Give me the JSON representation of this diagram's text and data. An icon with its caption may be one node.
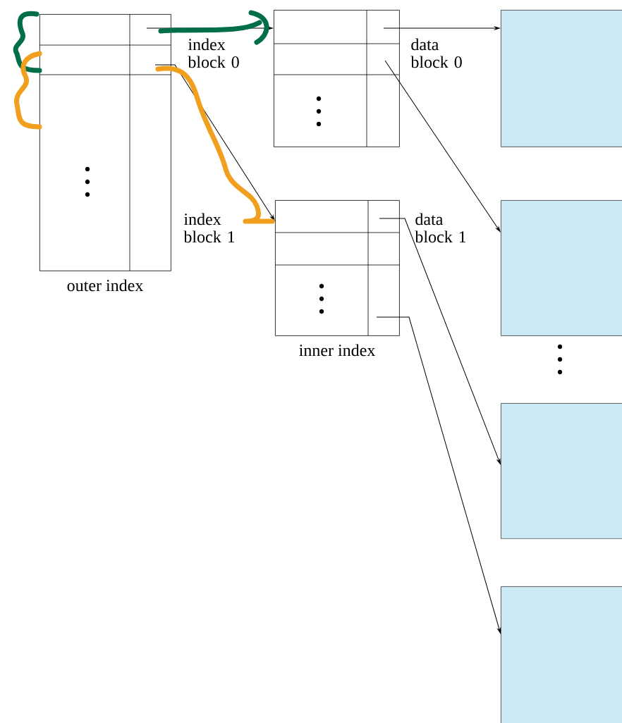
{
  "diagram": {
    "nodes": [
      {
        "text": [],
        "shape": "box",
        "beside": [
          "outer index"
        ]
      },
      {
        "text": [],
        "shape": "box"
      },
      {
        "text": [],
        "shape": "box",
        "beside": [
          "inner index"
        ]
      },
      {
        "text": [],
        "shape": "box"
      },
      {
        "text": [],
        "shape": "box"
      },
      {
        "text": [],
        "shape": "box"
      },
      {
        "text": [],
        "shape": "box"
      }
    ],
    "edges": [
      {
        "from": 0,
        "to": 1,
        "arrow": "to"
      },
      {
        "from": 0,
        "to": 2,
        "arrow": "to"
      },
      {
        "from": 1,
        "to": 3,
        "arrow": "to"
      },
      {
        "from": 1,
        "to": 4,
        "arrow": "to"
      },
      {
        "from": 2,
        "to": 5,
        "arrow": "to"
      },
      {
        "from": 2,
        "to": 6,
        "arrow": "to"
      }
    ],
    "labels": [
      "index block 0",
      "data block 0",
      "index block 1",
      "data block 1"
    ]
  }
}
